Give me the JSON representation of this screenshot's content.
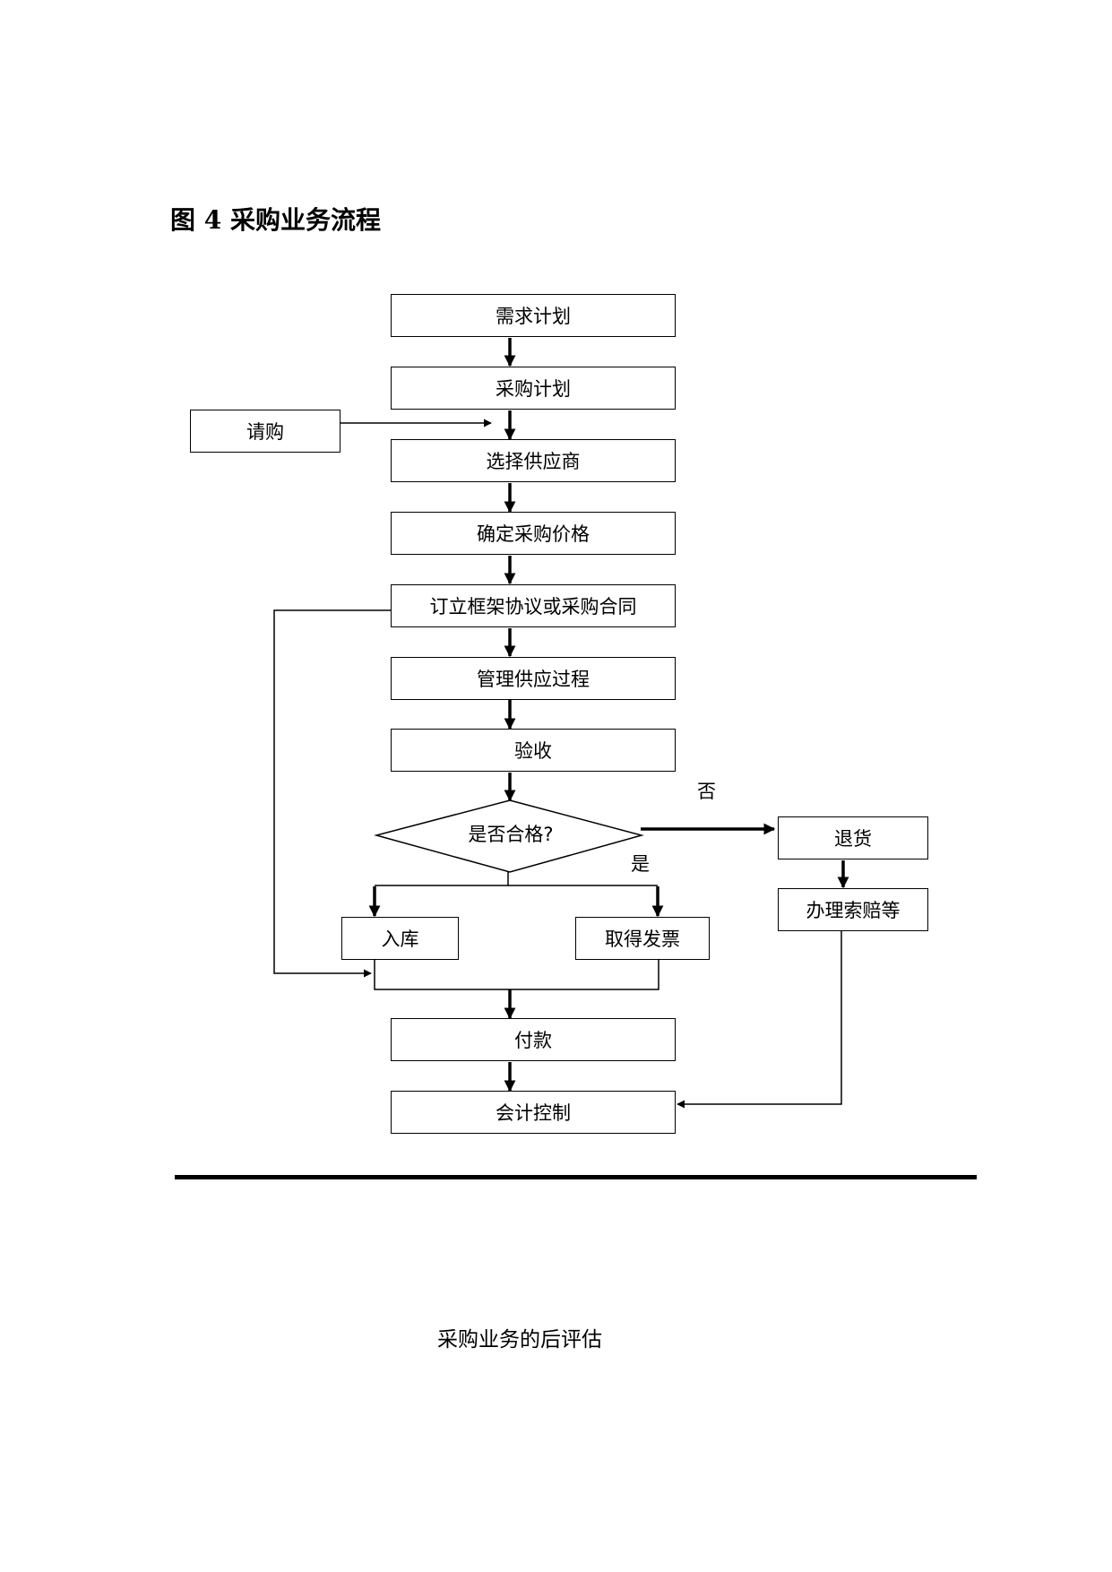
{
  "figure_title": "图 4 采购业务流程",
  "flowchart": {
    "steps": {
      "demand_plan": "需求计划",
      "purchase_plan": "采购计划",
      "requisition": "请购",
      "select_supplier": "选择供应商",
      "confirm_price": "确定采购价格",
      "sign_contract": "订立框架协议或采购合同",
      "manage_supply": "管理供应过程",
      "inspection": "验收",
      "qualified_question": "是否合格?",
      "return_goods": "退货",
      "claim_compensation": "办理索赔等",
      "warehousing": "入库",
      "obtain_invoice": "取得发票",
      "payment": "付款",
      "accounting_control": "会计控制"
    },
    "branch_labels": {
      "no": "否",
      "yes": "是"
    }
  },
  "next_section_heading": "采购业务的后评估"
}
